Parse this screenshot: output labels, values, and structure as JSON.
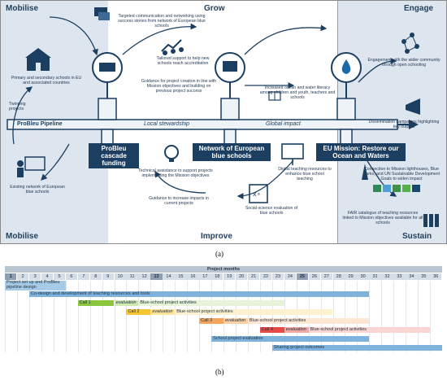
{
  "panel_a": {
    "corners": {
      "mobilise_top": "Mobilise",
      "grow": "Grow",
      "engage": "Engage",
      "mobilise_bottom": "Mobilise",
      "improve": "Improve",
      "sustain": "Sustain"
    },
    "pipeline_label": "ProBleu Pipeline",
    "local_stewardship": "Local stewardship",
    "global_impact": "Global impact",
    "box_funding": "ProBleu cascade funding",
    "box_network": "Network of European blue schools",
    "box_mission": "EU Mission: Restore our Ocean and Waters",
    "texts": {
      "primary_schools": "Primary and secondary schools in EU and associated countries",
      "twinning": "Twinning projects",
      "existing_network": "Existing network of European blue schools",
      "targeted_comm": "Targeted communication and networking using success stories from network of European blue schools",
      "tailored_support": "Tailored support to help new schools reach accreditation",
      "guidance_creation": "Guidance for project creation in line with Mission objectives and building on previous project success",
      "increased_literacy": "Increased ocean and water literacy among children and youth, teachers and schools",
      "technical_assistance": "Technical assistance to support projects implementing the Mission objectives",
      "digital_teaching": "Digital teaching resources to enhance blue school teaching",
      "guidance_impacts": "Guidance to increase impacts in current projects",
      "social_science": "Social-science evaluation of blue schools",
      "engagement": "Engagement with the wider community through open schooling",
      "dissemination": "Dissemination campaigns highlighting key outputs",
      "connection": "Connection to Mission lighthouses, Blue Parks, and UN Sustainable Development Goals to widen impact",
      "fair_catalogue": "FAIR catalogue of teaching resources linked to Mission objectives available for all schools"
    },
    "caption": "(a)"
  },
  "panel_b": {
    "title": "Project months",
    "months": [
      "1",
      "2",
      "3",
      "4",
      "5",
      "6",
      "7",
      "8",
      "9",
      "10",
      "11",
      "12",
      "13",
      "14",
      "15",
      "16",
      "17",
      "18",
      "19",
      "20",
      "21",
      "22",
      "23",
      "24",
      "25",
      "26",
      "27",
      "28",
      "29",
      "30",
      "31",
      "32",
      "33",
      "34",
      "35",
      "36"
    ],
    "highlight_months": [
      1,
      13,
      25
    ],
    "tasks": [
      {
        "label": "Project set up and ProBleu pipeline design",
        "start": 1,
        "end": 5,
        "color": "#a7cbe6",
        "row": 0
      },
      {
        "label": "Co-design and development of teaching resources and tools",
        "start": 3,
        "end": 30,
        "color": "#7fb3de",
        "row": 1
      },
      {
        "label": "Call 1",
        "start": 7,
        "end": 9,
        "color": "#8cc63e",
        "row": 2
      },
      {
        "label": "evaluation",
        "start": 10,
        "end": 11,
        "color": "#cfe8b0",
        "row": 2
      },
      {
        "label": "Blue-school project activities",
        "start": 12,
        "end": 23,
        "color": "#e7f3d8",
        "row": 2
      },
      {
        "label": "Call 2",
        "start": 11,
        "end": 12,
        "color": "#f7c533",
        "row": 3
      },
      {
        "label": "evaluation",
        "start": 13,
        "end": 14,
        "color": "#fbe39e",
        "row": 3
      },
      {
        "label": "Blue-school project activities",
        "start": 15,
        "end": 27,
        "color": "#fdf2d0",
        "row": 3
      },
      {
        "label": "Call 3",
        "start": 17,
        "end": 18,
        "color": "#f4a45c",
        "row": 4
      },
      {
        "label": "evaluation",
        "start": 19,
        "end": 20,
        "color": "#f9d0a8",
        "row": 4
      },
      {
        "label": "Blue-school project activities",
        "start": 21,
        "end": 30,
        "color": "#fde6d2",
        "row": 4
      },
      {
        "label": "Call 4",
        "start": 22,
        "end": 23,
        "color": "#e64b47",
        "row": 5
      },
      {
        "label": "evaluation",
        "start": 24,
        "end": 25,
        "color": "#f3a9a4",
        "row": 5
      },
      {
        "label": "Blue-school project activities",
        "start": 26,
        "end": 35,
        "color": "#f9d6d3",
        "row": 5
      },
      {
        "label": "School project evaluation",
        "start": 18,
        "end": 30,
        "color": "#7fb3de",
        "row": 6
      },
      {
        "label": "Sharing project outcomes",
        "start": 23,
        "end": 36,
        "color": "#7fb3de",
        "row": 7
      }
    ],
    "caption": "(b)"
  }
}
